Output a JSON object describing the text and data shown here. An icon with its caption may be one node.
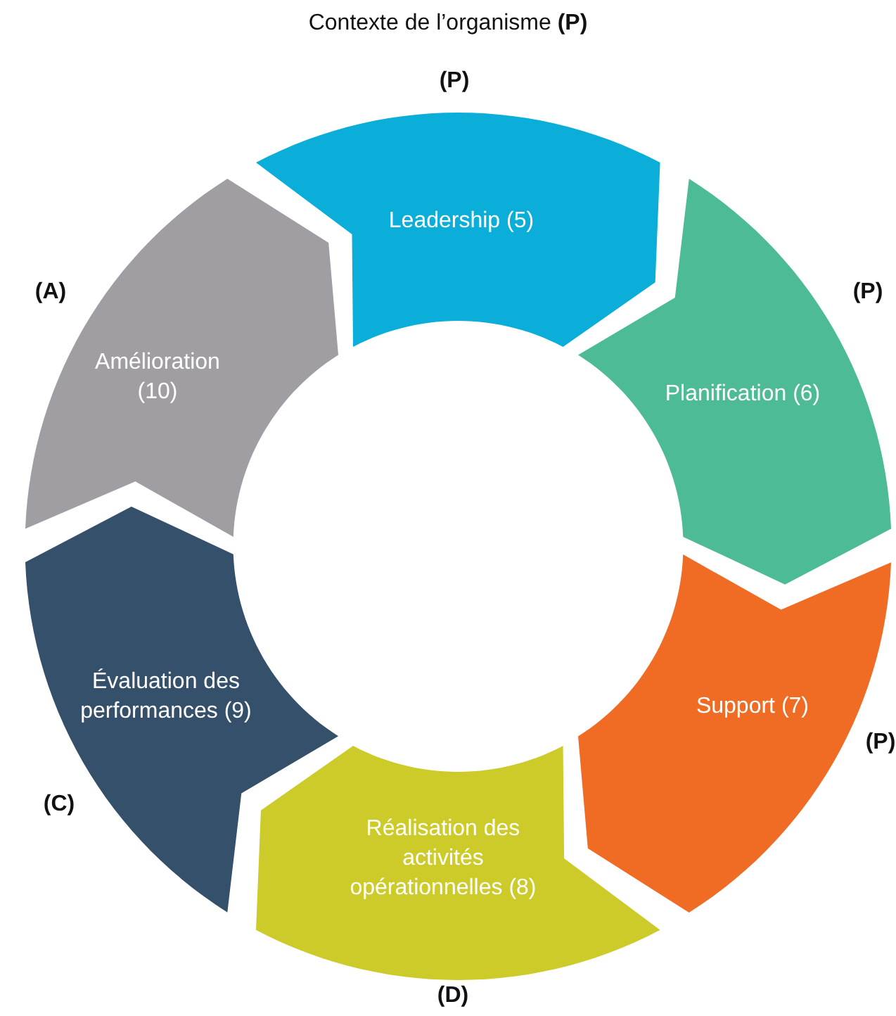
{
  "diagram": {
    "title": "Contexte de l’organisme  **(P)**",
    "nodes": [
      {
        "text": [
          "Leadership (5)"
        ],
        "beside": [
          "(P)"
        ]
      },
      {
        "text": [
          "Planification (6)"
        ],
        "beside": [
          "(P)"
        ]
      },
      {
        "text": [
          "Support (7)"
        ],
        "beside": [
          "(P)"
        ]
      },
      {
        "text": [
          "Réalisation des activités opérationnelles (8)"
        ],
        "beside": [
          "(D)"
        ]
      },
      {
        "text": [
          "Évaluation des performances (9)"
        ],
        "beside": [
          "(C)"
        ]
      },
      {
        "text": [
          "Amélioration (10)"
        ],
        "beside": [
          "(A)"
        ]
      }
    ]
  }
}
